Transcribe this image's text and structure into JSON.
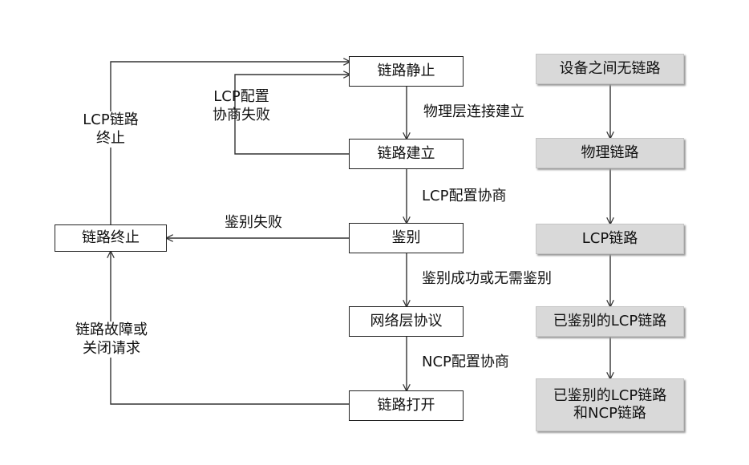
{
  "left_flow": {
    "link_dead": "链路静止",
    "link_establish": "链路建立",
    "authenticate": "鉴别",
    "network_protocol": "网络层协议",
    "link_open": "链路打开",
    "link_terminate": "链路终止"
  },
  "edge_labels": {
    "physical_connect": "物理层连接建立",
    "lcp_negotiate": "LCP配置协商",
    "auth_success": "鉴别成功或无需鉴别",
    "ncp_negotiate": "NCP配置协商",
    "auth_fail": "鉴别失败",
    "lcp_fail_line1": "LCP配置",
    "lcp_fail_line2": "协商失败",
    "lcp_terminate_line1": "LCP链路",
    "lcp_terminate_line2": "终止",
    "fault_line1": "链路故障或",
    "fault_line2": "关闭请求"
  },
  "right_flow": {
    "no_link": "设备之间无链路",
    "physical_link": "物理链路",
    "lcp_link": "LCP链路",
    "auth_lcp_link": "已鉴别的LCP链路",
    "auth_lcp_ncp_line1": "已鉴别的LCP链路",
    "auth_lcp_ncp_line2": "和NCP链路"
  }
}
